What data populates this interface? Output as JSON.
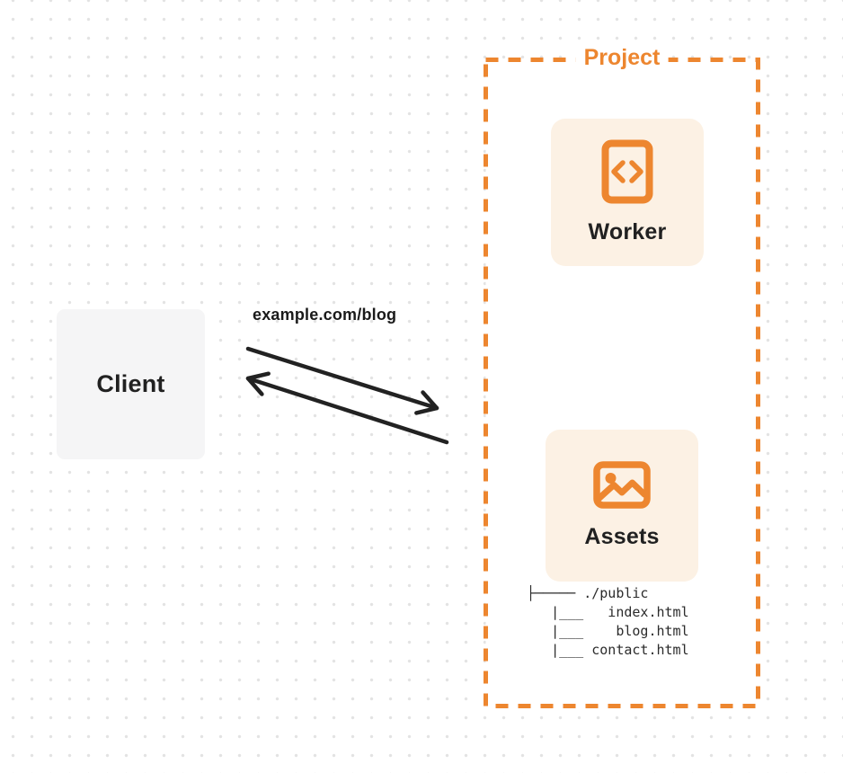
{
  "diagram": {
    "client": {
      "label": "Client"
    },
    "request_label": "example.com/blog",
    "project": {
      "label": "Project",
      "worker": {
        "label": "Worker",
        "icon": "code-document-icon"
      },
      "assets": {
        "label": "Assets",
        "icon": "image-icon"
      },
      "file_tree": {
        "root": "./public",
        "files": [
          "index.html",
          "blog.html",
          "contact.html"
        ],
        "lines": [
          "├───── ./public",
          "   |___   index.html",
          "   |___    blog.html",
          "   |___ contact.html"
        ]
      }
    },
    "colors": {
      "accent_orange": "#ED862F",
      "card_background": "#FCF1E4",
      "client_background": "#F5F5F6",
      "arrow_black": "#222222",
      "dot_grid": "#E3E3E3"
    }
  }
}
